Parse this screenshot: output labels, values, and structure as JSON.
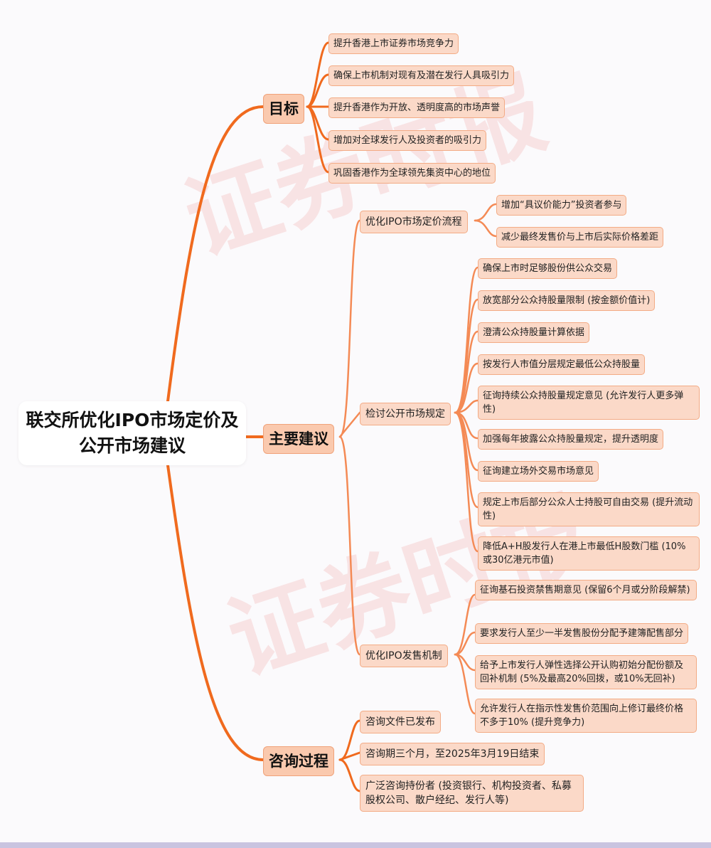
{
  "title": "联交所优化IPO市场定价及公开市场建议",
  "colors": {
    "branch": "#f06a1e",
    "sub_branch": "#f48a55",
    "node_fill": "#fbd9c8",
    "node_border": "#f3ab85",
    "watermark": "#ec7878"
  },
  "watermark_text": "证券时报",
  "branches": [
    {
      "label": "目标",
      "children": [
        "提升香港上市证券市场竞争力",
        "确保上市机制对现有及潜在发行人具吸引力",
        "提升香港作为开放、透明度高的市场声誉",
        "增加对全球发行人及投资者的吸引力",
        "巩固香港作为全球领先集资中心的地位"
      ]
    },
    {
      "label": "主要建议",
      "groups": [
        {
          "label": "优化IPO市场定价流程",
          "children": [
            "增加“具议价能力”投资者参与",
            "减少最终发售价与上市后实际价格差距"
          ]
        },
        {
          "label": "检讨公开市场规定",
          "children": [
            "确保上市时足够股份供公众交易",
            "放宽部分公众持股量限制 (按金额价值计)",
            "澄清公众持股量计算依据",
            "按发行人市值分层规定最低公众持股量",
            "征询持续公众持股量规定意见 (允许发行人更多弹性)",
            "加强每年披露公众持股量规定，提升透明度",
            "征询建立场外交易市场意见",
            "规定上市后部分公众人士持股可自由交易 (提升流动性)",
            "降低A+H股发行人在港上市最低H股数门槛 (10%或30亿港元市值)"
          ]
        },
        {
          "label": "优化IPO发售机制",
          "children": [
            "征询基石投资禁售期意见 (保留6个月或分阶段解禁)",
            "要求发行人至少一半发售股份分配予建簿配售部分",
            "给予上市发行人弹性选择公开认购初始分配份额及回补机制 (5%及最高20%回拨，或10%无回补)",
            "允许发行人在指示性发售价范围向上修订最终价格不多于10% (提升竞争力)"
          ]
        }
      ]
    },
    {
      "label": "咨询过程",
      "children": [
        "咨询文件已发布",
        "咨询期三个月，至2025年3月19日结束",
        "广泛咨询持份者 (投资银行、机构投资者、私募股权公司、散户经纪、发行人等)"
      ]
    }
  ]
}
